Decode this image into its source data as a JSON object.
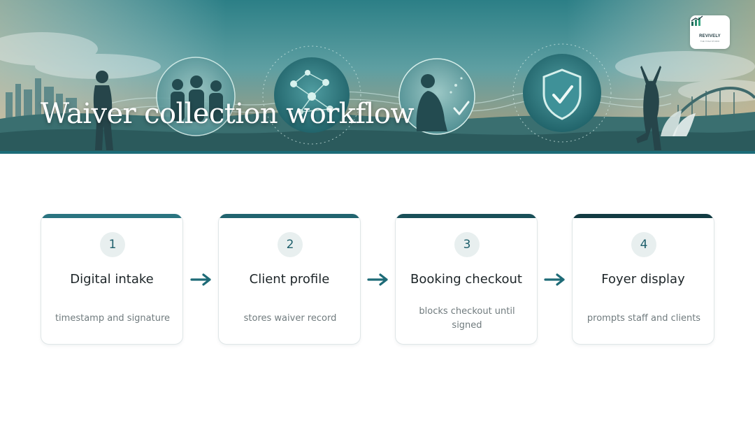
{
  "banner": {
    "title": "Waiver collection workflow"
  },
  "logo": {
    "name": "REVIVELY",
    "tagline": "THE YOGA STUDIO"
  },
  "colors": {
    "accent": "#1d6c78",
    "arrow": "#1e6b77",
    "step_number_bg": "#e8efef",
    "title_text": "#1d2528",
    "desc_text": "#707b7e"
  },
  "steps": [
    {
      "number": "1",
      "title": "Digital intake",
      "desc": "timestamp and signature",
      "bar_color": "#2a7480"
    },
    {
      "number": "2",
      "title": "Client profile",
      "desc": "stores waiver record",
      "bar_color": "#21646f"
    },
    {
      "number": "3",
      "title": "Booking checkout",
      "desc": "blocks checkout until signed",
      "bar_color": "#194f58"
    },
    {
      "number": "4",
      "title": "Foyer display",
      "desc": "prompts staff and clients",
      "bar_color": "#123b42"
    }
  ],
  "icons": {
    "banner_circles": [
      "group-icon",
      "network-icon",
      "signing-icon",
      "shield-check-icon"
    ],
    "connector": "arrow-right-icon"
  }
}
